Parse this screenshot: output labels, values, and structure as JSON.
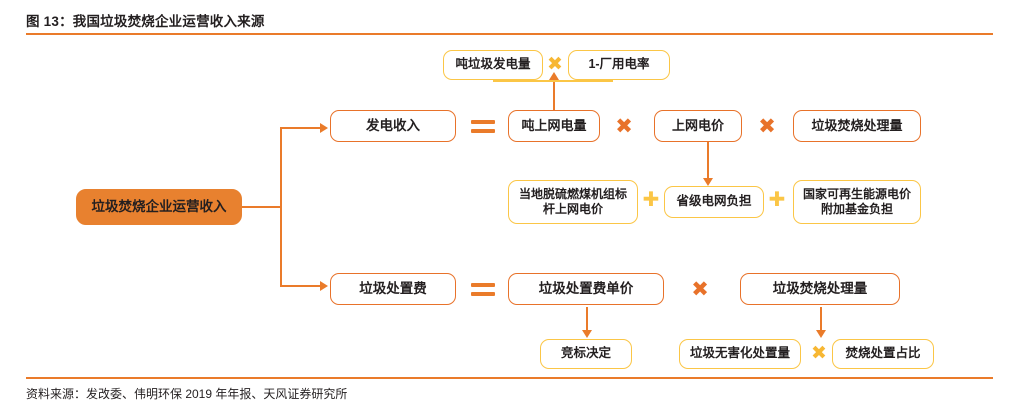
{
  "header": {
    "title": "图 13：我国垃圾焚烧企业运营收入来源"
  },
  "footer": {
    "source": "资料来源：发改委、伟明环保 2019 年年报、天风证券研究所"
  },
  "colors": {
    "rule": "#ea7b2a",
    "orange_border": "#e8722a",
    "yellow_border": "#fbc646",
    "root_fill": "#e8812f",
    "text": "#231f20"
  },
  "diagram": {
    "root": {
      "label": "垃圾焚烧企业运营收入"
    },
    "nodes": {
      "power_revenue": {
        "label": "发电收入"
      },
      "ton_grid_power": {
        "label": "吨上网电量"
      },
      "grid_price": {
        "label": "上网电价"
      },
      "incineration_volume_top": {
        "label": "垃圾焚烧处理量"
      },
      "ton_waste_power": {
        "label": "吨垃圾发电量"
      },
      "plant_power_rate": {
        "label": "1-厂用电率"
      },
      "benchmark_price": {
        "label": "当地脱硫燃煤机组标杆上网电价"
      },
      "provincial_grid": {
        "label": "省级电网负担"
      },
      "renewable_fund": {
        "label": "国家可再生能源电价附加基金负担"
      },
      "disposal_fee": {
        "label": "垃圾处置费"
      },
      "disposal_unit_price": {
        "label": "垃圾处置费单价"
      },
      "incineration_volume_bottom": {
        "label": "垃圾焚烧处理量"
      },
      "bidding": {
        "label": "竞标决定"
      },
      "harmless_volume": {
        "label": "垃圾无害化处置量"
      },
      "incineration_share": {
        "label": "焚烧处置占比"
      }
    },
    "operators": {
      "equals_power": "=",
      "equals_disposal": "=",
      "times_top": "✖",
      "times_power_1": "✖",
      "times_power_2": "✖",
      "times_disposal": "✖",
      "times_bottom": "✖",
      "plus_1": "✚",
      "plus_2": "✚"
    }
  }
}
